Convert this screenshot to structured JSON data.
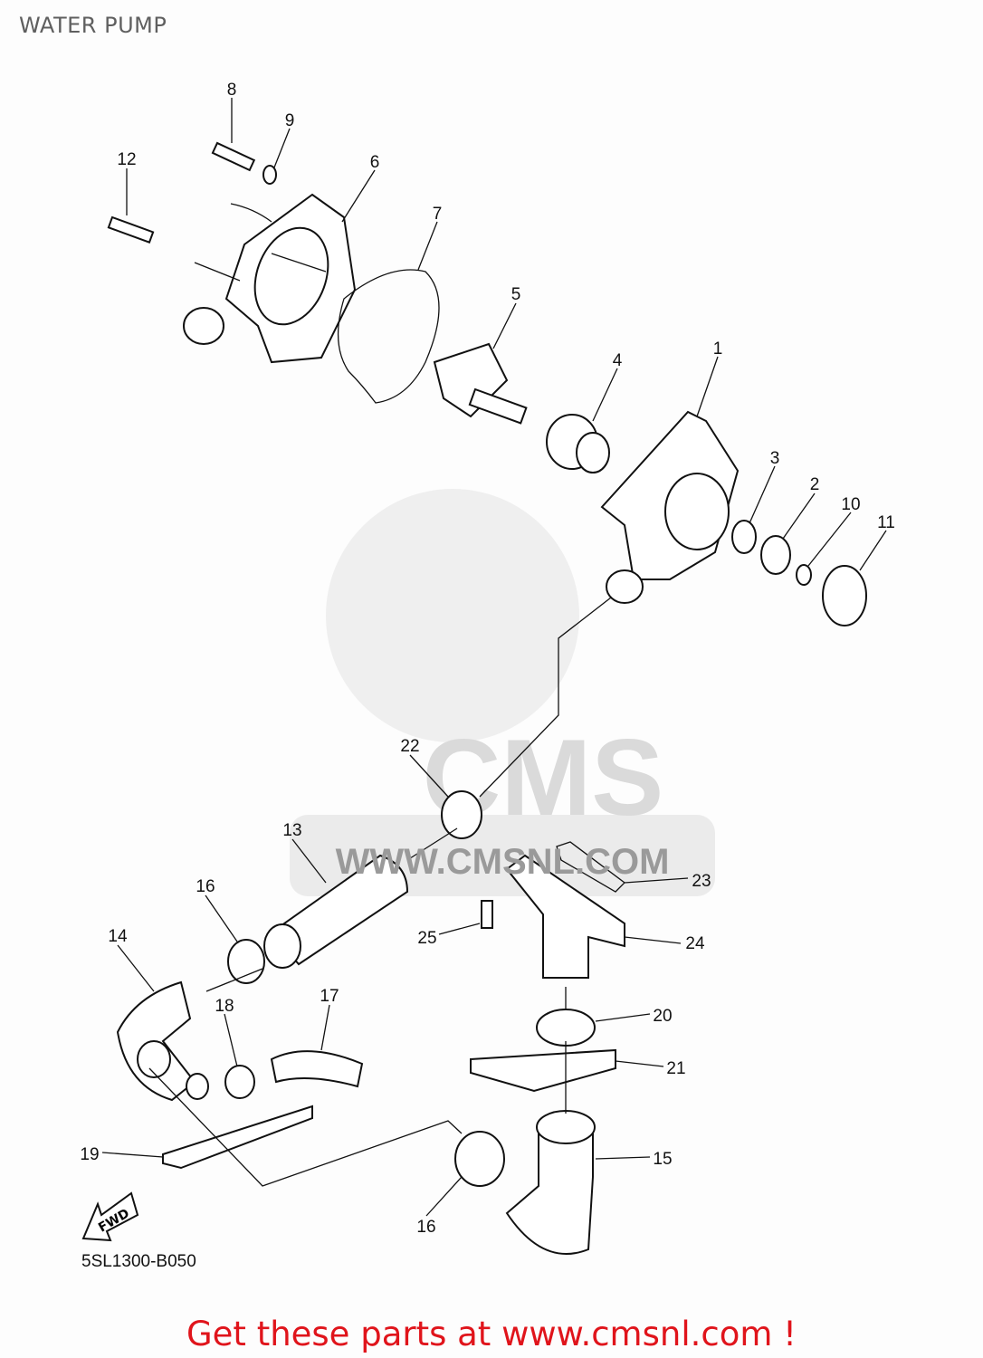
{
  "title": "WATER PUMP",
  "diagram_code": "5SL1300-B050",
  "fwd_label": "FWD",
  "watermark": {
    "brand": "CMS",
    "url": "WWW.CMSNL.COM"
  },
  "callouts": [
    "8",
    "9",
    "12",
    "6",
    "7",
    "5",
    "4",
    "1",
    "3",
    "2",
    "10",
    "11",
    "22",
    "13",
    "16",
    "14",
    "23",
    "25",
    "24",
    "18",
    "17",
    "20",
    "21",
    "19",
    "15",
    "16"
  ],
  "footer_link": "Get these parts at www.cmsnl.com !",
  "colors": {
    "footer": "#e0141b",
    "title": "#5f5f5f"
  }
}
